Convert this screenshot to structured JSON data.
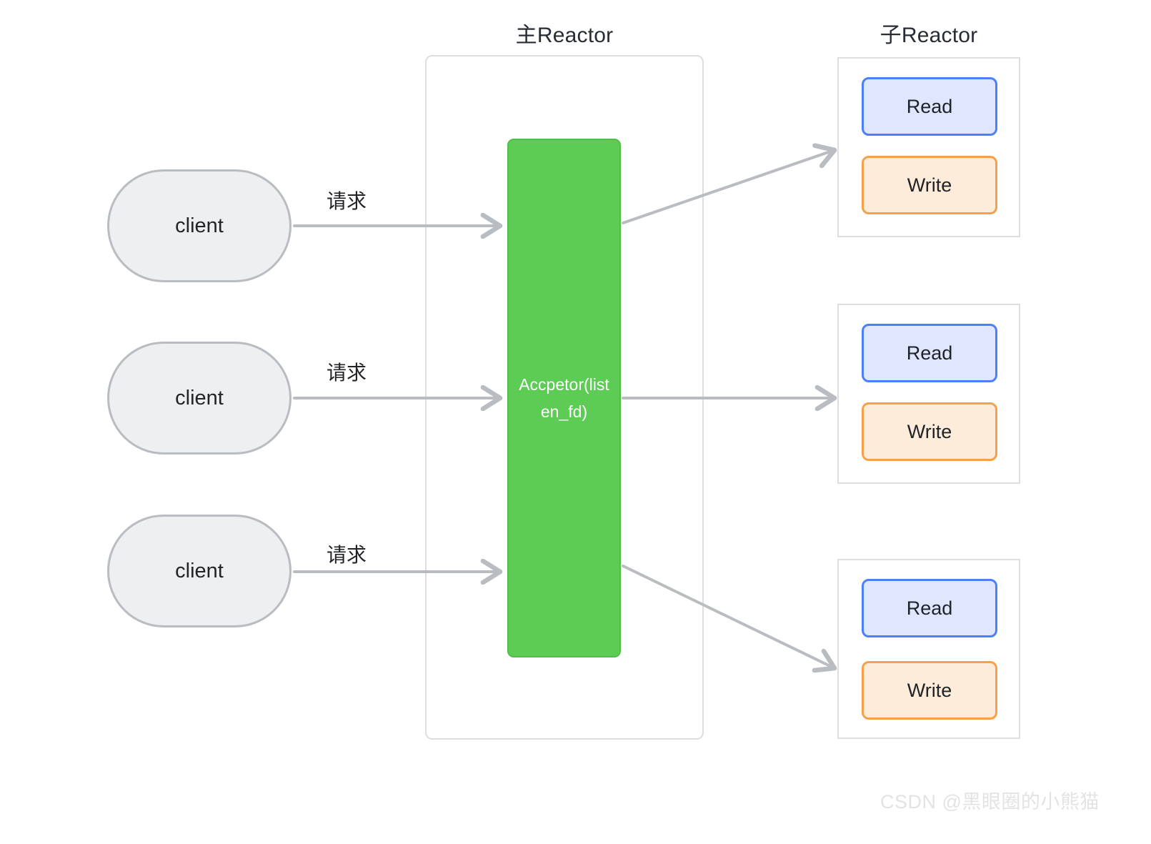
{
  "titles": {
    "main_reactor": "主Reactor",
    "sub_reactor": "子Reactor"
  },
  "clients": [
    {
      "label": "client"
    },
    {
      "label": "client"
    },
    {
      "label": "client"
    }
  ],
  "acceptor": {
    "label": "Accpetor(listen_fd)",
    "fill_color": "#5ccc55",
    "text_color": "#ffffff"
  },
  "edges": {
    "request_labels": [
      "请求",
      "请求",
      "请求"
    ],
    "arrow_color": "#b9bcc0"
  },
  "sub_reactors": [
    {
      "read": {
        "label": "Read",
        "fill_color": "#dfe6fd",
        "border_color": "#4d7ffb"
      },
      "write": {
        "label": "Write",
        "fill_color": "#fdecd9",
        "border_color": "#f5a04a"
      }
    },
    {
      "read": {
        "label": "Read",
        "fill_color": "#dfe6fd",
        "border_color": "#4d7ffb"
      },
      "write": {
        "label": "Write",
        "fill_color": "#fdecd9",
        "border_color": "#f5a04a"
      }
    },
    {
      "read": {
        "label": "Read",
        "fill_color": "#dfe6fd",
        "border_color": "#4d7ffb"
      },
      "write": {
        "label": "Write",
        "fill_color": "#fdecd9",
        "border_color": "#f5a04a"
      }
    }
  ],
  "watermark": {
    "text": "CSDN @黑眼圈的小熊猫"
  }
}
